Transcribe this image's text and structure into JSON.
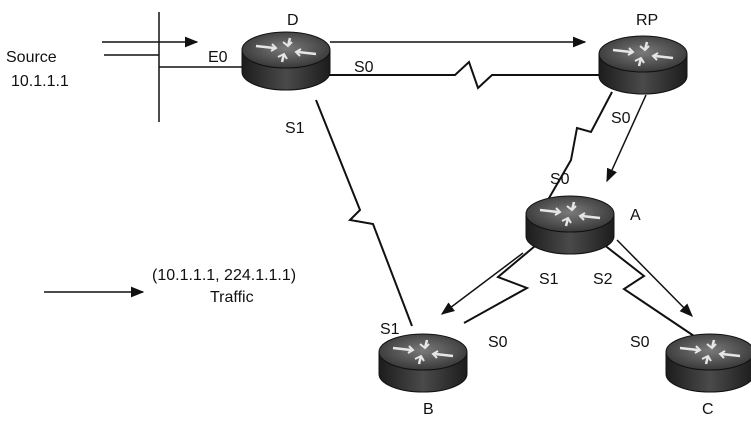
{
  "source": {
    "label": "Source",
    "address": "10.1.1.1"
  },
  "routers": {
    "d": "D",
    "rp": "RP",
    "a": "A",
    "b": "B",
    "c": "C"
  },
  "interfaces": {
    "d_e0": "E0",
    "d_s0": "S0",
    "d_s1": "S1",
    "rp_s0": "S0",
    "a_s0": "S0",
    "a_s1": "S1",
    "a_s2": "S2",
    "b_s1": "S1",
    "b_s0": "S0",
    "c_s0": "S0"
  },
  "legend": {
    "flow": "(10.1.1.1, 224.1.1.1)",
    "traffic": "Traffic"
  },
  "colors": {
    "line": "#111111",
    "router_body": "#2b2b2b",
    "router_top": "#4a4a4a"
  }
}
